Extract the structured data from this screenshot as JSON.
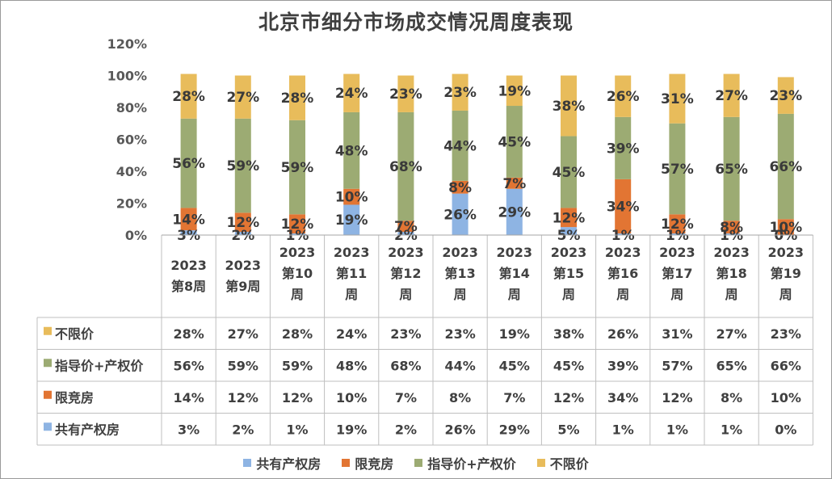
{
  "chart_data": {
    "type": "bar",
    "stacked": true,
    "title": "北京市细分市场成交情况周度表现",
    "categories": [
      [
        "2023",
        "第8周"
      ],
      [
        "2023",
        "第9周"
      ],
      [
        "2023",
        "第10",
        "周"
      ],
      [
        "2023",
        "第11",
        "周"
      ],
      [
        "2023",
        "第12",
        "周"
      ],
      [
        "2023",
        "第13",
        "周"
      ],
      [
        "2023",
        "第14",
        "周"
      ],
      [
        "2023",
        "第15",
        "周"
      ],
      [
        "2023",
        "第16",
        "周"
      ],
      [
        "2023",
        "第17",
        "周"
      ],
      [
        "2023",
        "第18",
        "周"
      ],
      [
        "2023",
        "第19",
        "周"
      ]
    ],
    "yticks": [
      "0%",
      "20%",
      "40%",
      "60%",
      "80%",
      "100%",
      "120%"
    ],
    "ylim": [
      0,
      120
    ],
    "series": [
      {
        "name": "共有产权房",
        "color": "#8eb4e3",
        "values": [
          3,
          2,
          1,
          19,
          2,
          26,
          29,
          5,
          1,
          1,
          1,
          0
        ]
      },
      {
        "name": "限竞房",
        "color": "#e27533",
        "values": [
          14,
          12,
          12,
          10,
          7,
          8,
          7,
          12,
          34,
          12,
          8,
          10
        ]
      },
      {
        "name": "指导价+产权价",
        "color": "#9cab73",
        "values": [
          56,
          59,
          59,
          48,
          68,
          44,
          45,
          45,
          39,
          57,
          65,
          66
        ]
      },
      {
        "name": "不限价",
        "color": "#e8bc5b",
        "values": [
          28,
          27,
          28,
          24,
          23,
          23,
          19,
          38,
          26,
          31,
          27,
          23
        ]
      }
    ],
    "table_rows_order": [
      3,
      2,
      1,
      0
    ],
    "legend_position": "bottom",
    "data_table": true
  }
}
